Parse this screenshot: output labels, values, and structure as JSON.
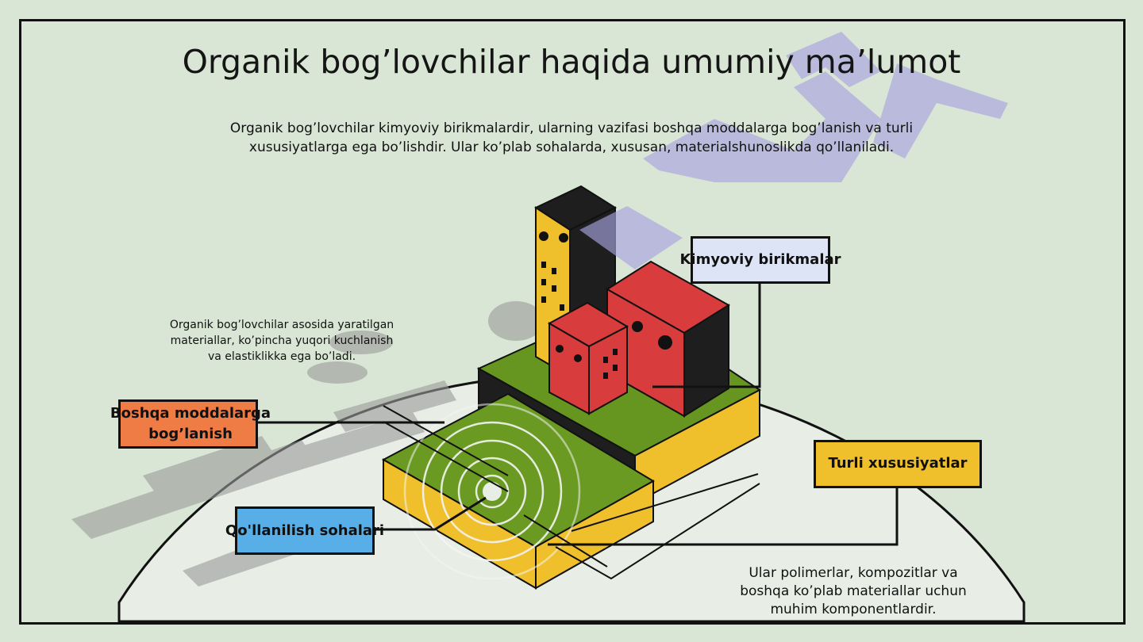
{
  "title": "Organik bog’lovchilar haqida umumiy ma’lumot",
  "subtitle": "Organik bog’lovchilar kimyoviy birikmalardir, ularning vazifasi boshqa moddalarga bog’lanish va turli xususiyatlarga ega bo’lishdir. Ular ko’plab sohalarda, xususan, materialshunoslikda qo’llaniladi.",
  "left_note": "Organik bog’lovchilar asosida yaratilgan materiallar, ko’pincha yuqori kuchlanish va elastiklikka ega bo’ladi.",
  "bottom_note": "Ular polimerlar, kompozitlar va boshqa ko’plab materiallar uchun muhim komponentlardir.",
  "labels": {
    "kimyoviy": "Kimyoviy birikmalar",
    "boshqa": "Boshqa moddalarga bog’lanish",
    "turli": "Turli xususiyatlar",
    "qollanilish": "Qo'llanilish sohalari"
  },
  "colors": {
    "background": "#d9e6d5",
    "dome": "#e8eee6",
    "orange": "#ef7b45",
    "blue": "#58aee6",
    "yellow": "#f0c02c",
    "lavender": "#dde4f5",
    "green": "#6a9a22",
    "red": "#d83c3c",
    "watermark": "#b6b2e3"
  }
}
